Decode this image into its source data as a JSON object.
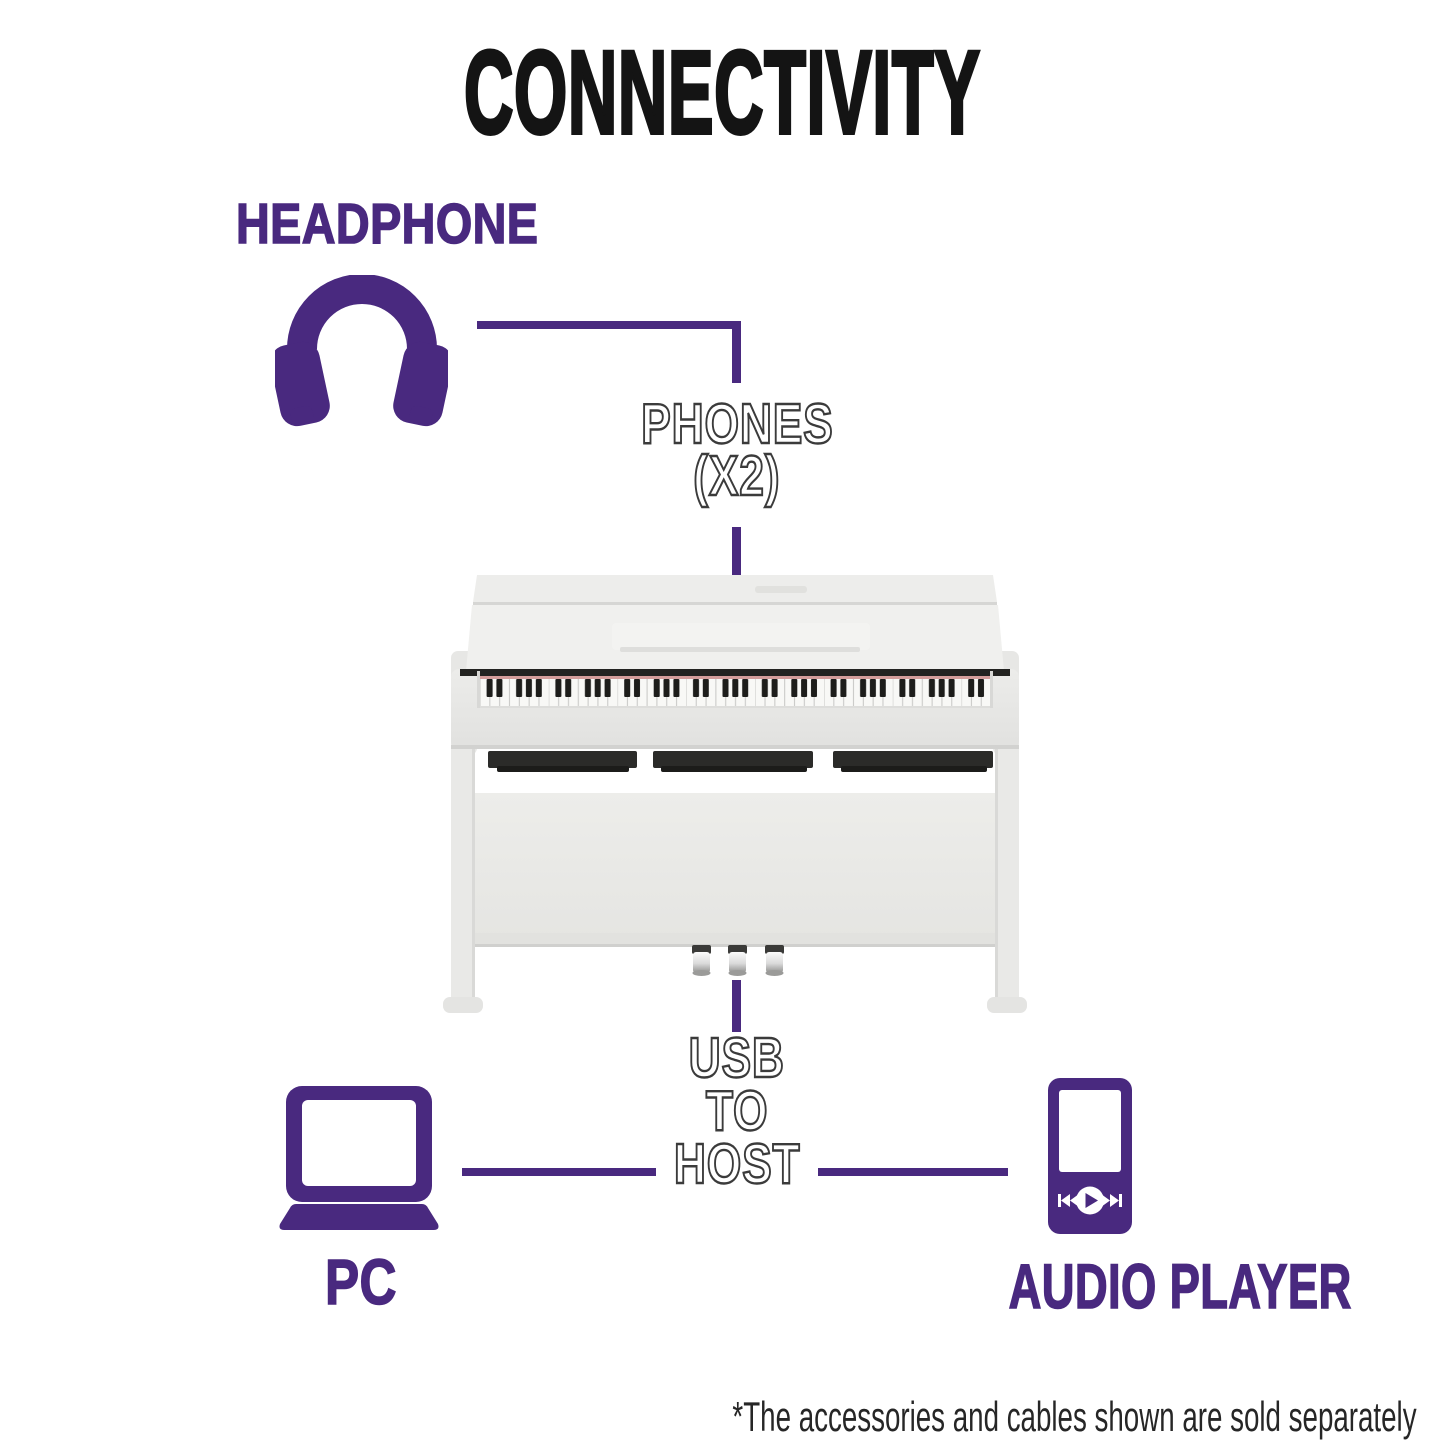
{
  "page": {
    "title": "CONNECTIVITY",
    "footnote": "*The accessories and cables shown are sold separately"
  },
  "colors": {
    "purple": "#49297f",
    "outline": "#3b3b3b",
    "ink": "#141414",
    "footnote_ink": "#262626"
  },
  "nodes": {
    "headphone": {
      "label": "HEADPHONE",
      "icon": "headphones-icon"
    },
    "pc": {
      "label": "PC",
      "icon": "laptop-icon"
    },
    "audio_player": {
      "label": "AUDIO PLAYER",
      "icon": "portable-audio-player-icon"
    }
  },
  "ports": {
    "phones": {
      "line1": "PHONES",
      "line2": "(X2)"
    },
    "usb_to_host": {
      "line1": "USB",
      "line2": "TO",
      "line3": "HOST"
    }
  }
}
